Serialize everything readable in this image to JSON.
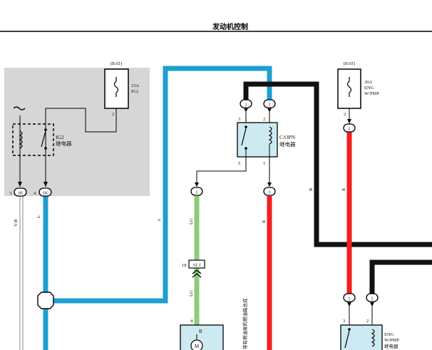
{
  "title": "发动机控制",
  "colors": {
    "blue": "#1E9FD2",
    "black": "#111111",
    "red": "#F02020",
    "green": "#8CCB7A",
    "relay_fill": "#CDEAF2",
    "shade": "#D6D6D6"
  },
  "fuses": {
    "ig2": {
      "source": "(BAT)",
      "rating": "15A",
      "name": "IG2",
      "pin": "2"
    },
    "eng_wpmp": {
      "source": "(BAT)",
      "rating": "30A",
      "name1": "ENG",
      "name2": "W/PMP",
      "pin": "2"
    }
  },
  "relays": {
    "ig2": {
      "name": "IG2",
      "cn": "继电器"
    },
    "copn": {
      "name": "C/OPN",
      "cn": "继电器",
      "pin_tl": "3",
      "pin_tr": "2",
      "pin_bl": "5",
      "pin_br": "1"
    },
    "eng_wpmp": {
      "name1": "ENG",
      "name2": "W/PMP",
      "cn": "继电器",
      "pin_l": "3",
      "pin_r": "2"
    }
  },
  "connectors": {
    "k3": {
      "pin": "3",
      "code": "1K"
    },
    "k4": {
      "pin": "4",
      "code": "1K"
    },
    "c_copn_l": "1",
    "c_copn_r": "1",
    "c_lg": "1",
    "c_r_mid": "1",
    "c_fuse30": "1",
    "c_bot_red": "1",
    "c_bot_black": "1",
    "al1": {
      "pin": "18",
      "code": "AL1"
    }
  },
  "wire_labels": {
    "vb": "V-B",
    "l_left": "L",
    "l_mid": "L",
    "lg_top": "LG",
    "lg_bottom": "LG",
    "r_mid": "R",
    "b_right": "B",
    "r_right": "R"
  },
  "motor": {
    "pin": "4",
    "terminal": "B",
    "symbol": "M",
    "vertical_text": "带有燃油泵的燃油箱总成"
  }
}
